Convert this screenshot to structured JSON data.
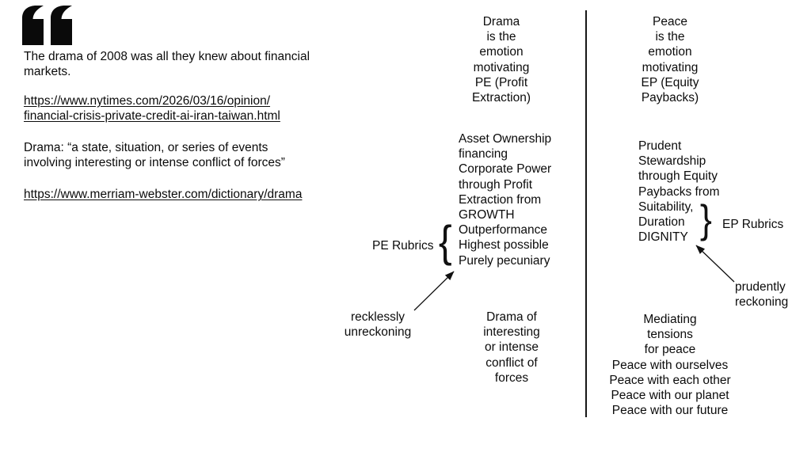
{
  "colors": {
    "background": "#ffffff",
    "text": "#0b0b0b",
    "line": "#161616"
  },
  "left_panel": {
    "quote_icon": "open-double-quote",
    "quote_text": "The drama of 2008 was all they knew about financial\nmarkets.",
    "nytimes_link": "https://www.nytimes.com/2026/03/16/opinion/\nfinancial-crisis-private-credit-ai-iran-taiwan.html",
    "drama_definition": "Drama: “a state, situation, or series of events\ninvolving interesting or intense conflict of forces”",
    "dictionary_link": "https://www.merriam-webster.com/dictionary/drama"
  },
  "drama_column": {
    "header": "Drama\nis the\nemotion\nmotivating\nPE (Profit\nExtraction)",
    "asset_block": "Asset Ownership\nfinancing\nCorporate Power\nthrough Profit\nExtraction from\nGROWTH\nOutperformance\nHighest possible\nPurely pecuniary",
    "rubrics_label": "PE Rubrics",
    "brace": "{",
    "arrow_icon": "arrow-up-right",
    "arrow_label": "recklessly\nunreckoning",
    "footer": "Drama of\ninteresting\nor intense\nconflict of\nforces"
  },
  "peace_column": {
    "header": "Peace\nis the\nemotion\nmotivating\nEP (Equity\nPaybacks)",
    "stewardship_block": "Prudent\nStewardship\nthrough Equity\nPaybacks from\nSuitability,\nDuration\nDIGNITY",
    "rubrics_label": "EP Rubrics",
    "brace": "}",
    "arrow_icon": "arrow-up-left",
    "arrow_label": "prudently\nreckoning",
    "footer": "Mediating\ntensions\nfor peace\nPeace with ourselves\nPeace with each other\nPeace with our planet\nPeace with our future"
  }
}
